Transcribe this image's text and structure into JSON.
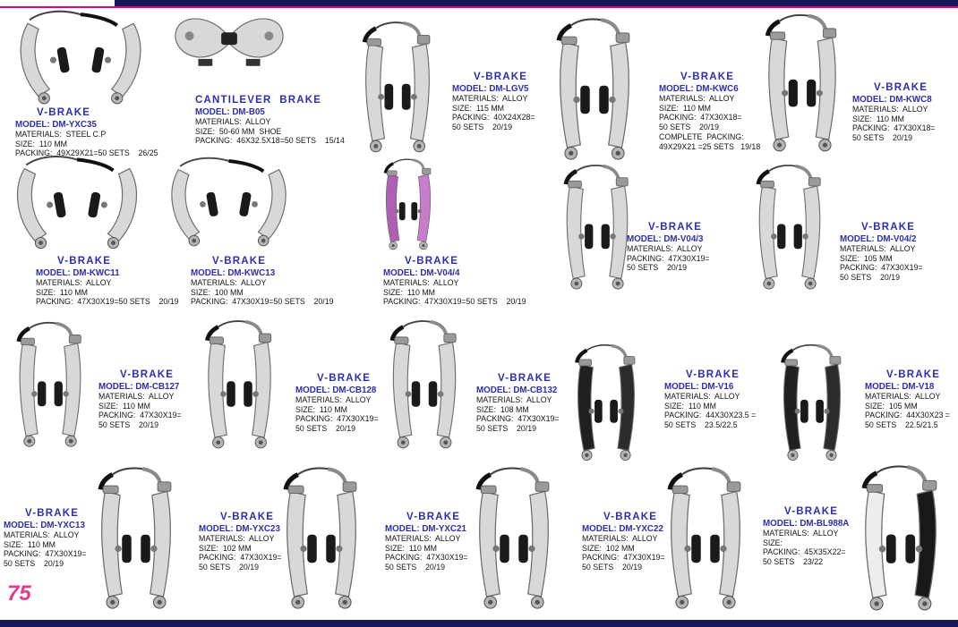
{
  "page": {
    "number": "75",
    "colors": {
      "navy_bar": "#16175a",
      "magenta_accent": "#e5017d",
      "page_number_magenta": "#e23a8e",
      "heading_blue": "#2d2fae",
      "spec_black": "#151515"
    }
  },
  "icons": {
    "v_brake_illustration": "v-brake-icon",
    "v_brake_wide_illustration": "v-brake-wide-icon",
    "cantilever_illustration": "cantilever-brake-icon"
  },
  "products": [
    {
      "id": "dm-yxc35",
      "header": "V-BRAKE",
      "model": "MODEL: DM-YXC35",
      "specs": [
        "MATERIALS:  STEEL C.P",
        "SIZE:  110 MM",
        "PACKING:  49X29X21=50 SETS    26/25"
      ],
      "image": "v-brake-wide-silver"
    },
    {
      "id": "dm-b05",
      "header": "CANTILEVER  BRAKE",
      "model": "MODEL: DM-B05",
      "specs": [
        "MATERIALS:  ALLOY",
        "SIZE:  50-60 MM  SHOE",
        "PACKING:  46X32.5X18=50 SETS    15/14"
      ],
      "image": "cantilever-silver"
    },
    {
      "id": "dm-lgv5",
      "header": "V-BRAKE",
      "model": "MODEL: DM-LGV5",
      "specs": [
        "MATERIALS:  ALLOY",
        "SIZE:  115 MM",
        "PACKING:  40X24X28=",
        "50 SETS    20/19"
      ],
      "image": "v-brake-silver"
    },
    {
      "id": "dm-kwc6",
      "header": "V-BRAKE",
      "model": "MODEL: DM-KWC6",
      "specs": [
        "MATERIALS:  ALLOY",
        "SIZE:  110 MM",
        "PACKING:  47X30X18=",
        "50 SETS    20/19",
        "COMPLETE  PACKING:",
        "49X29X21 =25 SETS   19/18"
      ],
      "image": "v-brake-silver"
    },
    {
      "id": "dm-kwc8",
      "header": "V-BRAKE",
      "model": "MODEL: DM-KWC8",
      "specs": [
        "MATERIALS:  ALLOY",
        "SIZE:  110 MM",
        "PACKING:  47X30X18=",
        "50 SETS    20/19"
      ],
      "image": "v-brake-silver"
    },
    {
      "id": "dm-kwc11",
      "header": "V-BRAKE",
      "model": "MODEL: DM-KWC11",
      "specs": [
        "MATERIALS:  ALLOY",
        "SIZE:  110 MM",
        "PACKING:  47X30X19=50 SETS    20/19"
      ],
      "image": "v-brake-wide-silver"
    },
    {
      "id": "dm-kwc13",
      "header": "V-BRAKE",
      "model": "MODEL: DM-KWC13",
      "specs": [
        "MATERIALS:  ALLOY",
        "SIZE:  100 MM",
        "PACKING:  47X30X19=50 SETS    20/19"
      ],
      "image": "v-brake-wide-silver"
    },
    {
      "id": "dm-v04-4",
      "header": "V-BRAKE",
      "model": "MODEL: DM-V04/4",
      "specs": [
        "MATERIALS:  ALLOY",
        "SIZE:  110 MM",
        "PACKING:  47X30X19=50 SETS    20/19"
      ],
      "image": "v-brake-purple"
    },
    {
      "id": "dm-v04-3",
      "header": "V-BRAKE",
      "model": "MODEL: DM-V04/3",
      "specs": [
        "MATERIALS:  ALLOY",
        "PACKING:  47X30X19=",
        "50 SETS    20/19"
      ],
      "image": "v-brake-silver"
    },
    {
      "id": "dm-v04-2",
      "header": "V-BRAKE",
      "model": "MODEL: DM-V04/2",
      "specs": [
        "MATERIALS:  ALLOY",
        "SIZE:  105 MM",
        "PACKING:  47X30X19=",
        "50 SETS    20/19"
      ],
      "image": "v-brake-silver"
    },
    {
      "id": "dm-cb127",
      "header": "V-BRAKE",
      "model": "MODEL: DM-CB127",
      "specs": [
        "MATERIALS:  ALLOY",
        "SIZE:  110 MM",
        "PACKING:  47X30X19=",
        "50 SETS    20/19"
      ],
      "image": "v-brake-silver"
    },
    {
      "id": "dm-cb128",
      "header": "V-BRAKE",
      "model": "MODEL: DM-CB128",
      "specs": [
        "MATERIALS:  ALLOY",
        "SIZE:  110 MM",
        "PACKING:  47X30X19=",
        "50 SETS    20/19"
      ],
      "image": "v-brake-silver"
    },
    {
      "id": "dm-cb132",
      "header": "V-BRAKE",
      "model": "MODEL: DM-CB132",
      "specs": [
        "MATERIALS:  ALLOY",
        "SIZE:  108 MM",
        "PACKING:  47X30X19=",
        "50 SETS    20/19"
      ],
      "image": "v-brake-silver"
    },
    {
      "id": "dm-v16",
      "header": "V-BRAKE",
      "model": "MODEL: DM-V16",
      "specs": [
        "MATERIALS:  ALLOY",
        "SIZE:  110 MM",
        "PACKING:  44X30X23.5 =",
        "50 SETS    23.5/22.5"
      ],
      "image": "v-brake-black"
    },
    {
      "id": "dm-v18",
      "header": "V-BRAKE",
      "model": "MODEL: DM-V18",
      "specs": [
        "MATERIALS:  ALLOY",
        "SIZE:  105 MM",
        "PACKING:  44X30X23 =",
        "50 SETS    22.5/21.5"
      ],
      "image": "v-brake-black"
    },
    {
      "id": "dm-yxc13",
      "header": "V-BRAKE",
      "model": "MODEL: DM-YXC13",
      "specs": [
        "MATERIALS:  ALLOY",
        "SIZE:  110 MM",
        "PACKING:  47X30X19=",
        "50 SETS    20/19"
      ],
      "image": "v-brake-silver"
    },
    {
      "id": "dm-yxc23",
      "header": "V-BRAKE",
      "model": "MODEL: DM-YXC23",
      "specs": [
        "MATERIALS:  ALLOY",
        "SIZE:  102 MM",
        "PACKING:  47X30X19=",
        "50 SETS    20/19"
      ],
      "image": "v-brake-silver"
    },
    {
      "id": "dm-yxc21",
      "header": "V-BRAKE",
      "model": "MODEL: DM-YXC21",
      "specs": [
        "MATERIALS:  ALLOY",
        "SIZE:  110 MM",
        "PACKING:  47X30X19=",
        "50 SETS    20/19"
      ],
      "image": "v-brake-silver"
    },
    {
      "id": "dm-yxc22",
      "header": "V-BRAKE",
      "model": "MODEL: DM-YXC22",
      "specs": [
        "MATERIALS:  ALLOY",
        "SIZE:  102 MM",
        "PACKING:  47X30X19=",
        "50 SETS    20/19"
      ],
      "image": "v-brake-silver"
    },
    {
      "id": "dm-bl988a",
      "header": "V-BRAKE",
      "model": "MODEL: DM-BL988A",
      "specs": [
        "MATERIALS:  ALLOY",
        "SIZE:",
        "PACKING:  45X35X22=",
        "50 SETS    23/22"
      ],
      "image": "v-brake-black-white"
    }
  ]
}
